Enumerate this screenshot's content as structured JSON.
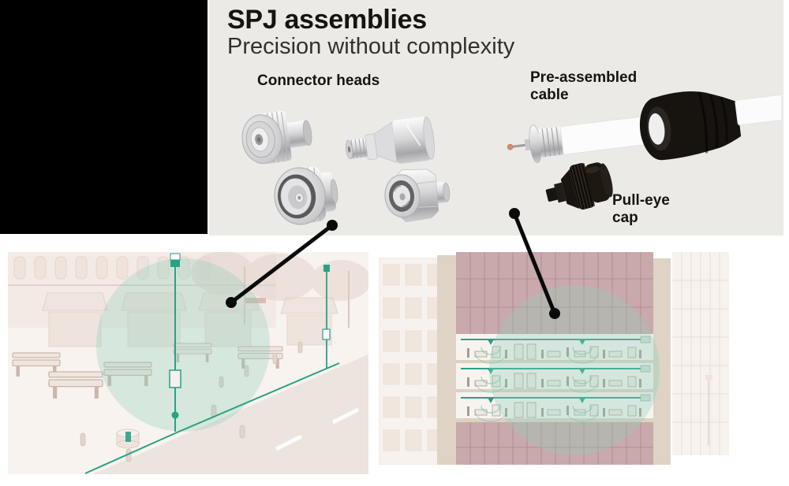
{
  "hero": {
    "title": "SPJ assemblies",
    "subtitle": "Precision without complexity"
  },
  "sections": {
    "connector_heads": {
      "label": "Connector heads"
    },
    "cable": {
      "label_line1": "Pre-assembled",
      "label_line2": "cable"
    },
    "cap": {
      "label_line1": "Pull-eye",
      "label_line2": "cap"
    }
  },
  "illustrations": {
    "connectors": [
      "n-type-male-connector",
      "sma-male-adapter",
      "4-3-10-female-connector",
      "7-16-din-male-connector"
    ],
    "cable": "pre-assembled-cable-with-black-strain-relief-boot",
    "cap": "pull-eye-cap",
    "left_scene": "street-plaza-small-cell-site-with-teal-coverage-circle",
    "right_scene": "office-building-cutaway-in-building-coverage-with-teal-circle"
  },
  "colors": {
    "panel_gray": "#ECEAE7",
    "black_block": "#000000",
    "accent_teal": "#2AA184",
    "coverage_circle": "#8ECDB8",
    "sketch_pink": "#D9C4BE",
    "glass_mauve": "#C9A9AB",
    "leader_line": "#0A0A0A"
  }
}
